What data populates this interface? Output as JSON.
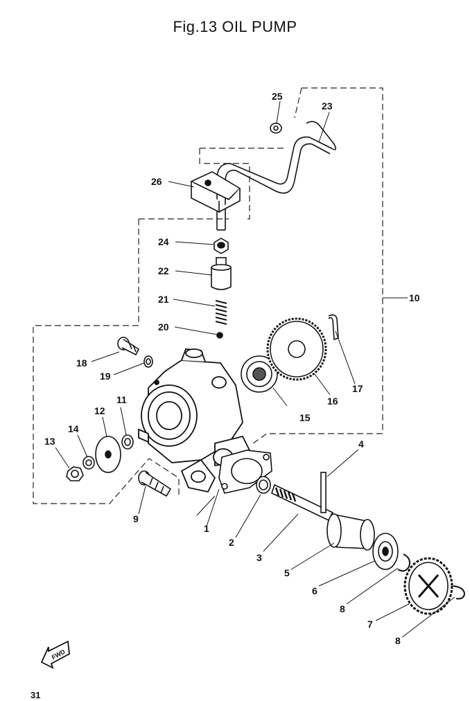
{
  "title": "Fig.13  OIL PUMP",
  "page_number": "31",
  "fwd_label": "FWD",
  "callouts": {
    "c1": "1",
    "c2": "2",
    "c3": "3",
    "c4": "4",
    "c5": "5",
    "c6": "6",
    "c7": "7",
    "c8a": "8",
    "c8b": "8",
    "c9": "9",
    "c10": "10",
    "c11": "11",
    "c12": "12",
    "c13": "13",
    "c14": "14",
    "c15": "15",
    "c16": "16",
    "c17": "17",
    "c18": "18",
    "c19": "19",
    "c20": "20",
    "c21": "21",
    "c22": "22",
    "c23": "23",
    "c24": "24",
    "c25": "25",
    "c26": "26"
  }
}
